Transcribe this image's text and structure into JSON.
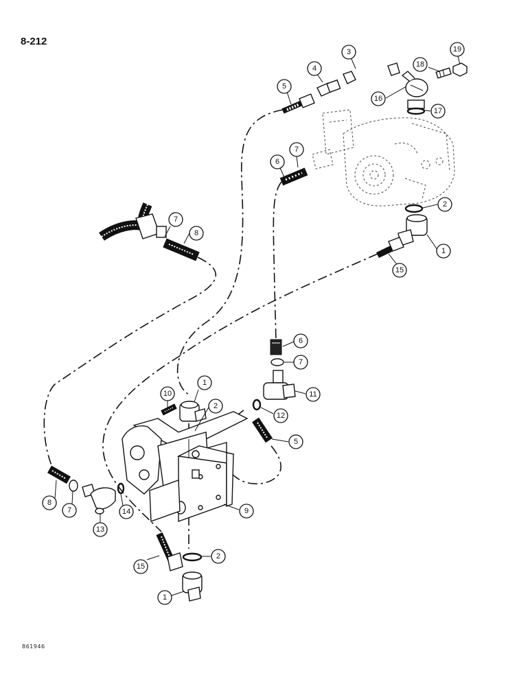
{
  "page": {
    "number": "8-212",
    "figure_code": "861946"
  },
  "callouts": {
    "c19": "19",
    "c18": "18",
    "c3": "3",
    "c4": "4",
    "c5a": "5",
    "c16": "16",
    "c17": "17",
    "c6a": "6",
    "c7a": "7",
    "c7b": "7",
    "c8a": "8",
    "c2a": "2",
    "c1a": "1",
    "c15a": "15",
    "c6b": "6",
    "c7c": "7",
    "c11": "11",
    "c12": "12",
    "c1b": "1",
    "c10": "10",
    "c2b": "2",
    "c5b": "5",
    "c9": "9",
    "c8b": "8",
    "c7d": "7",
    "c14": "14",
    "c13": "13",
    "c15b": "15",
    "c2c": "2",
    "c1c": "1"
  },
  "icons": {
    "upper_pump": "hydraulic-pump-ghost-icon",
    "lower_valve": "valve-block-icon"
  }
}
